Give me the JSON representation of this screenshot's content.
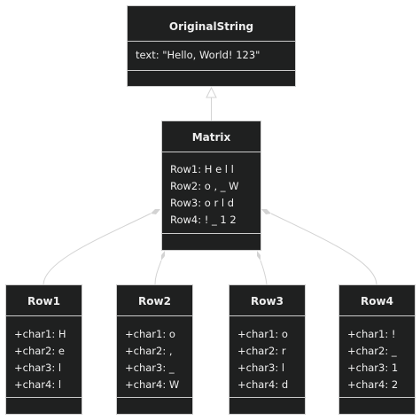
{
  "diagram": {
    "classes": [
      {
        "id": "orig",
        "name": "OriginalString",
        "attributes": [
          "text: \"Hello, World! 123\""
        ]
      },
      {
        "id": "mat",
        "name": "Matrix",
        "attributes": [
          "Row1: H e l l",
          "Row2: o , _ W",
          "Row3: o r l d",
          "Row4: ! _ 1 2"
        ]
      },
      {
        "id": "r1",
        "name": "Row1",
        "attributes": [
          "+char1: H",
          "+char2: e",
          "+char3: l",
          "+char4: l"
        ]
      },
      {
        "id": "r2",
        "name": "Row2",
        "attributes": [
          "+char1: o",
          "+char2: ,",
          "+char3: _",
          "+char4: W"
        ]
      },
      {
        "id": "r3",
        "name": "Row3",
        "attributes": [
          "+char1: o",
          "+char2: r",
          "+char3: l",
          "+char4: d"
        ]
      },
      {
        "id": "r4",
        "name": "Row4",
        "attributes": [
          "+char1: !",
          "+char2: _",
          "+char3: 1",
          "+char4: 2"
        ]
      }
    ],
    "relations": [
      {
        "from": "mat",
        "to": "orig",
        "type": "inheritance"
      },
      {
        "from": "mat",
        "to": "r1",
        "type": "composition"
      },
      {
        "from": "mat",
        "to": "r2",
        "type": "composition"
      },
      {
        "from": "mat",
        "to": "r3",
        "type": "composition"
      },
      {
        "from": "mat",
        "to": "r4",
        "type": "composition"
      }
    ],
    "colors": {
      "box_fill": "#1f2020",
      "box_border": "#cccccc",
      "text": "#eeeeee",
      "edge": "#d3d3d3",
      "background": "#ffffff"
    }
  }
}
